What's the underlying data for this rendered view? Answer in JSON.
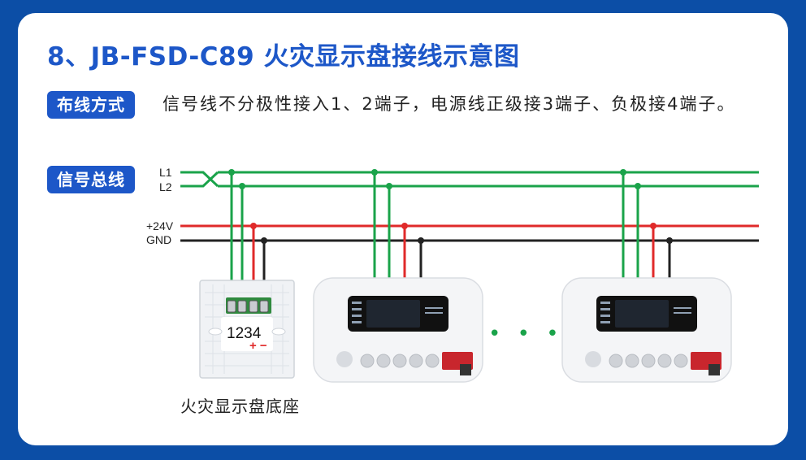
{
  "title": "8、JB-FSD-C89 火灾显示盘接线示意图",
  "wiring_method": {
    "tag": "布线方式",
    "description": "信号线不分极性接入1、2端子，电源线正级接3端子、负极接4端子。"
  },
  "signal_bus": {
    "tag": "信号总线",
    "wires": [
      {
        "label": "L1",
        "color": "#1aa34a"
      },
      {
        "label": "L2",
        "color": "#1aa34a"
      },
      {
        "label": "+24V",
        "color": "#e02a2a"
      },
      {
        "label": "GND",
        "color": "#222222"
      }
    ]
  },
  "base": {
    "terminals": "1234",
    "polarity": "+ −",
    "caption": "火灾显示盘底座"
  },
  "ellipsis": "• • •",
  "icons": [
    "panel-display-icon",
    "speaker-icon",
    "certification-logo-icon",
    "qr-code-icon"
  ]
}
